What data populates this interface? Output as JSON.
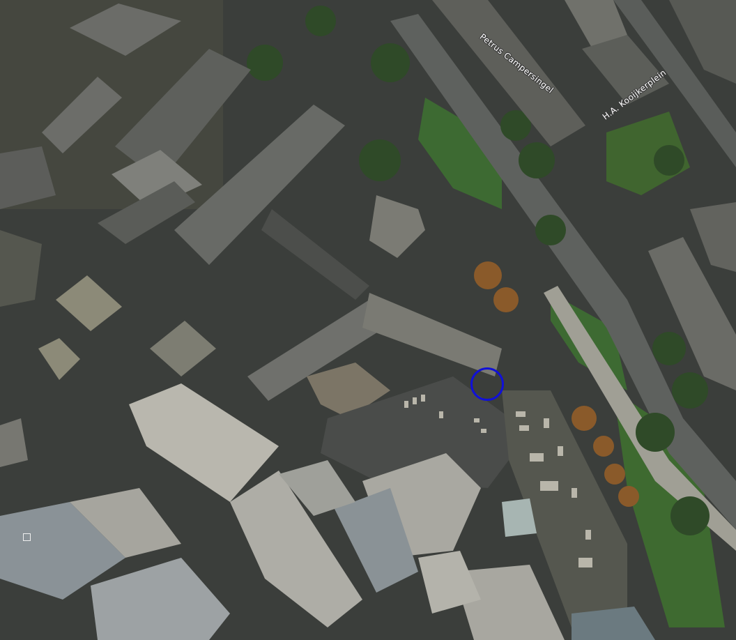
{
  "map": {
    "type": "aerial",
    "labels": {
      "street_1": "Petrus Campersingel",
      "street_2": "H.A. Kooijkerplein"
    },
    "marker": {
      "shape": "circle",
      "color": "#1010d8"
    }
  }
}
